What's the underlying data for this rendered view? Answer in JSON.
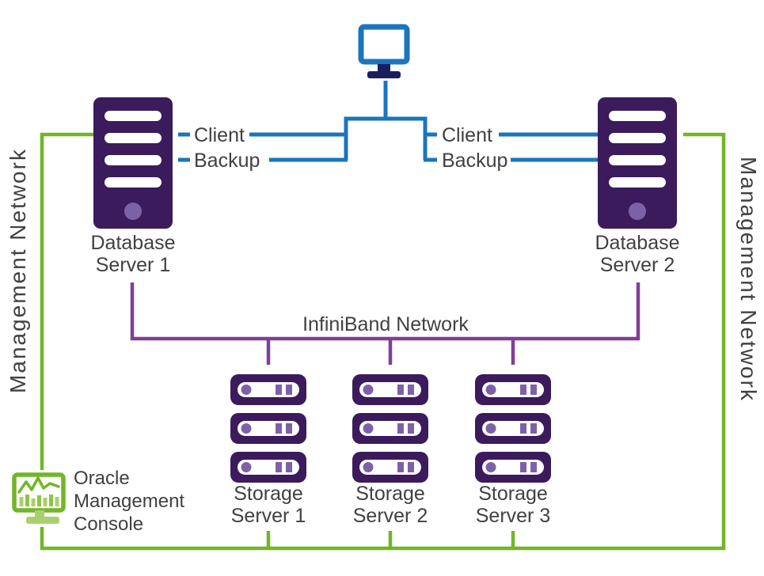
{
  "diagram": {
    "type": "network-architecture-diagram",
    "client_links": {
      "left": {
        "client": "Client",
        "backup": "Backup"
      },
      "right": {
        "client": "Client",
        "backup": "Backup"
      }
    },
    "networks": {
      "infiniband": {
        "label": "InfiniBand Network",
        "color": "#7f3f98"
      },
      "management_left": {
        "label": "Management Network",
        "color": "#72b626"
      },
      "management_right": {
        "label": "Management Network",
        "color": "#72b626"
      },
      "client_backup": {
        "color": "#1b75bc"
      }
    },
    "nodes": {
      "client_computer": {
        "icon": "client-computer-icon"
      },
      "database_server_1": {
        "icon": "database-server-icon",
        "lines": [
          "Database",
          "Server 1"
        ]
      },
      "database_server_2": {
        "icon": "database-server-icon",
        "lines": [
          "Database",
          "Server 2"
        ]
      },
      "storage_servers": [
        {
          "icon": "storage-server-icon",
          "lines": [
            "Storage",
            "Server 1"
          ]
        },
        {
          "icon": "storage-server-icon",
          "lines": [
            "Storage",
            "Server 2"
          ]
        },
        {
          "icon": "storage-server-icon",
          "lines": [
            "Storage",
            "Server 3"
          ]
        }
      ],
      "management_console": {
        "icon": "management-console-icon",
        "lines": [
          "Oracle",
          "Management",
          "Console"
        ]
      }
    },
    "colors": {
      "server_purple": "#3b1b5c",
      "accent_purple": "#7d61a8",
      "line_purple": "#7f3f98",
      "blue": "#1b75bc",
      "navy": "#1b1d63",
      "green": "#72b626",
      "light_green": "#a9d06e",
      "text": "#414042"
    }
  }
}
